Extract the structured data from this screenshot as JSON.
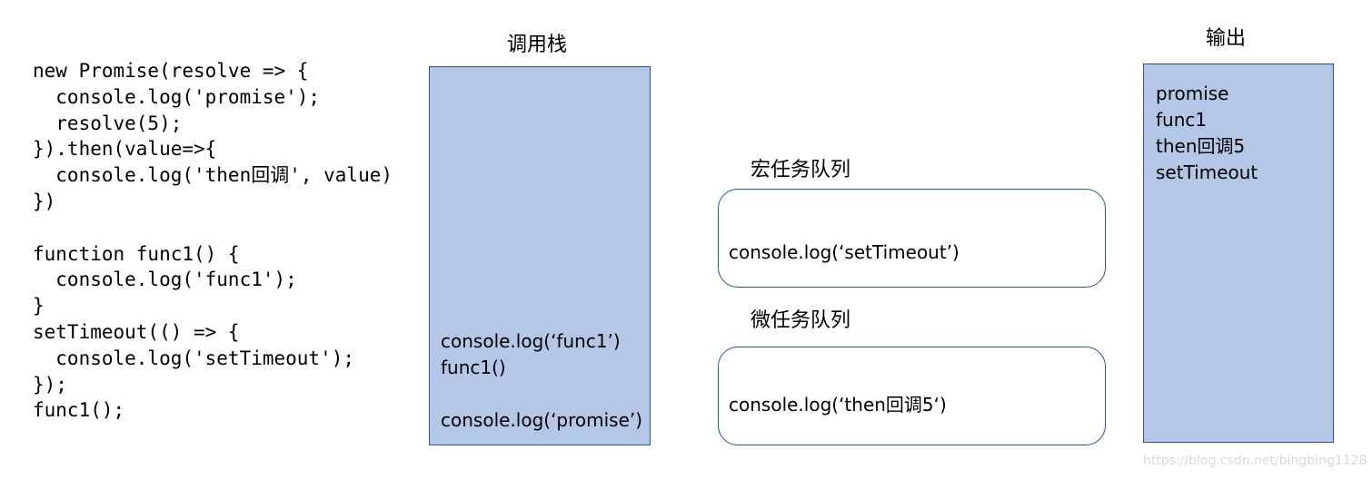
{
  "code": {
    "lines": [
      "new Promise(resolve => {",
      "  console.log('promise');",
      "  resolve(5);",
      "}).then(value=>{",
      "  console.log('then回调', value)",
      "})",
      "",
      "function func1() {",
      "  console.log('func1');",
      "}",
      "setTimeout(() => {",
      "  console.log('setTimeout');",
      "});",
      "func1();"
    ]
  },
  "call_stack": {
    "title": "调用栈",
    "items": [
      "console.log(‘func1’)",
      "func1()",
      "console.log(‘promise’)"
    ]
  },
  "macro_queue": {
    "title": "宏任务队列",
    "items": [
      "console.log(‘setTimeout’)"
    ]
  },
  "micro_queue": {
    "title": "微任务队列",
    "items": [
      "console.log(‘then回调5‘)"
    ]
  },
  "output": {
    "title": "输出",
    "items": [
      "promise",
      "func1",
      "then回调5",
      "setTimeout"
    ]
  },
  "watermark": "https://blog.csdn.net/bingbing1128",
  "colors": {
    "panel_fill": "#b4c7e7",
    "panel_border": "#2f528f",
    "queue_fill": "#ffffff"
  }
}
